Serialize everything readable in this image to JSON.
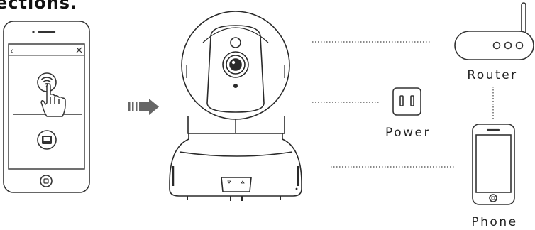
{
  "header": {
    "title_fragment": "ections."
  },
  "labels": {
    "router": "Router",
    "power": "Power",
    "phone": "Phone"
  },
  "colors": {
    "stroke": "#333333",
    "camera_stroke": "#2a2a2a",
    "arrow": "#666666",
    "background": "#ffffff"
  },
  "icons": {
    "phone_app": "smartphone-icon",
    "wifi_button": "wifi-icon",
    "touch_hand": "pointing-hand-icon",
    "ethernet_button": "ethernet-icon",
    "arrow": "right-arrow-icon",
    "camera": "pan-tilt-camera-icon",
    "router": "router-icon",
    "power": "power-outlet-icon",
    "phone": "phone-icon"
  }
}
